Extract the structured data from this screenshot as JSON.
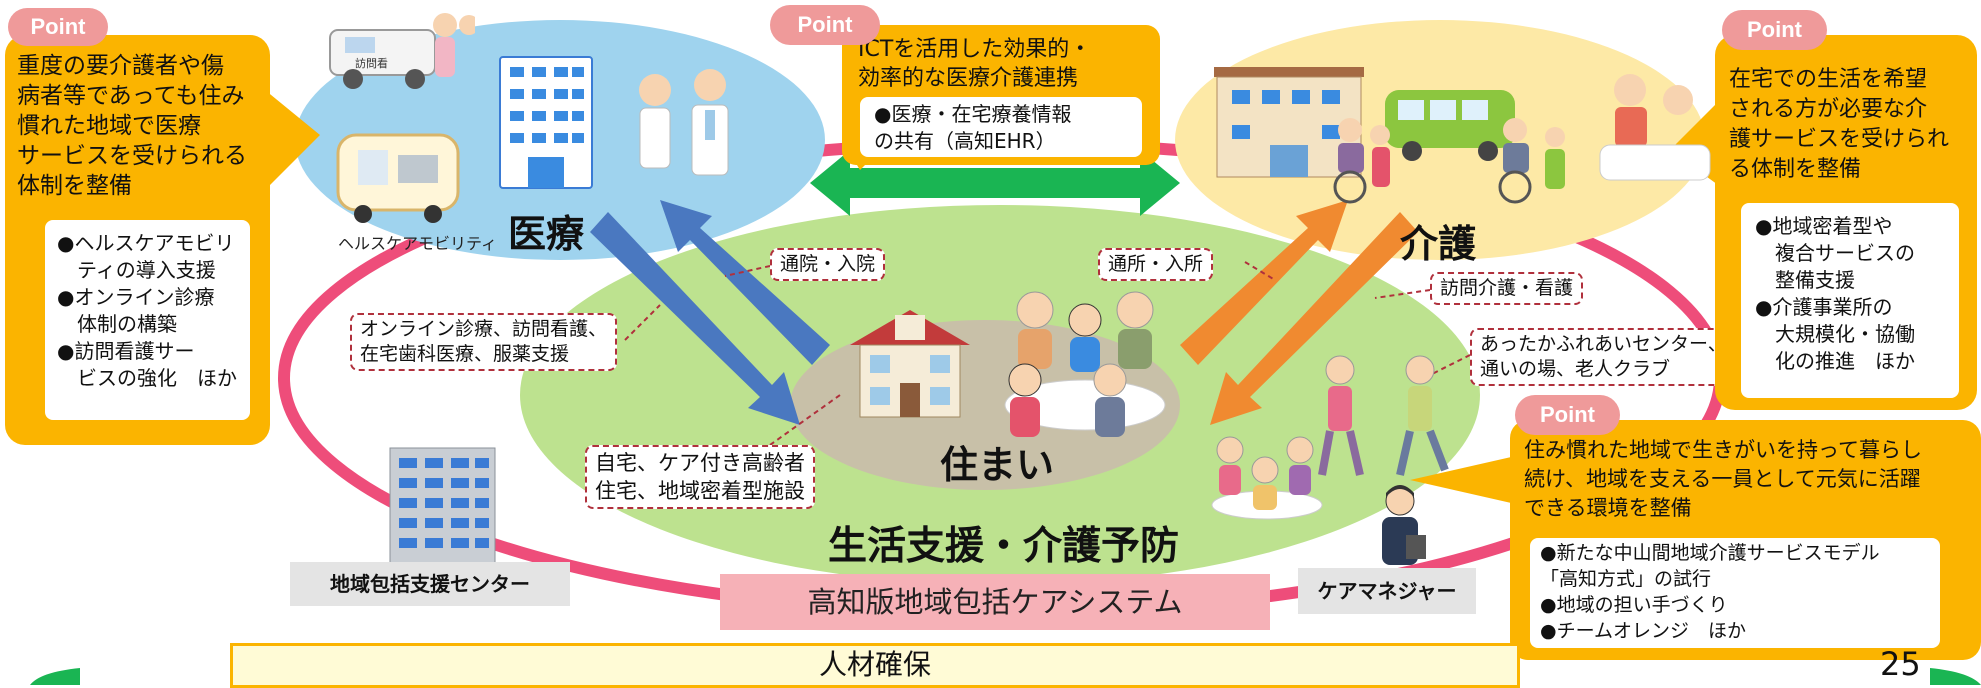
{
  "regions": {
    "medical": "医療",
    "care": "介護",
    "housing": "住まい",
    "support": "生活支援・介護予防"
  },
  "system_title": "高知版地域包括ケアシステム",
  "hr_label": "人材確保",
  "page_number": "25",
  "labels": {
    "center": "地域包括支援センター",
    "care_manager": "ケアマネジャー",
    "health_mobility": "ヘルスケアモビリティ",
    "van_text": "訪問看"
  },
  "connectors": {
    "outpatient": "通院・入院",
    "daycare": "通所・入所",
    "visit_care": "訪問介護・看護",
    "online": [
      "オンライン診療、訪問看護、",
      "在宅歯科医療、服薬支援"
    ],
    "homes": [
      "自宅、ケア付き高齢者",
      "住宅、地域密着型施設"
    ],
    "salon": [
      "あったかふれあいセンター、",
      "通いの場、老人クラブ"
    ]
  },
  "point_label": "Point",
  "callouts": {
    "left": {
      "heading": [
        "重度の要介護者や傷",
        "病者等であっても住み",
        "慣れた地域で医療",
        "サービスを受けられる",
        "体制を整備"
      ],
      "items": [
        "●ヘルスケアモビリ",
        "　ティの導入支援",
        "●オンライン診療",
        "　体制の構築",
        "●訪問看護サー",
        "　ビスの強化　ほか"
      ]
    },
    "top": {
      "heading": [
        "ICTを活用した効果的・",
        "効率的な医療介護連携"
      ],
      "items": [
        "●医療・在宅療養情報",
        "の共有（高知EHR）"
      ]
    },
    "right": {
      "heading": [
        "在宅での生活を希望",
        "される方が必要な介",
        "護サービスを受けられ",
        "る体制を整備"
      ],
      "items": [
        "●地域密着型や",
        "　複合サービスの",
        "　整備支援",
        "●介護事業所の",
        "　大規模化・協働",
        "　化の推進　ほか"
      ]
    },
    "bottom_right": {
      "heading": [
        "住み慣れた地域で生きがいを持って暮らし",
        "続け、地域を支える一員として元気に活躍",
        "できる環境を整備"
      ],
      "items": [
        "●新たな中山間地域介護サービスモデル",
        "「高知方式」の試行",
        "●地域の担い手づくり",
        "●チームオレンジ　ほか"
      ]
    }
  },
  "colors": {
    "callout": "#fbb400",
    "medical_bg": "#9fd3ee",
    "care_bg": "#fde9a6",
    "support_bg": "#bde28f",
    "housing_bg": "#c8c0a8",
    "ring": "#ee4d7a",
    "arrow_green": "#1ab553",
    "arrow_blue": "#4a78c0",
    "arrow_orange": "#f08a30",
    "title_bg": "#f6b1b7",
    "hr_bg": "#fffbd6"
  }
}
